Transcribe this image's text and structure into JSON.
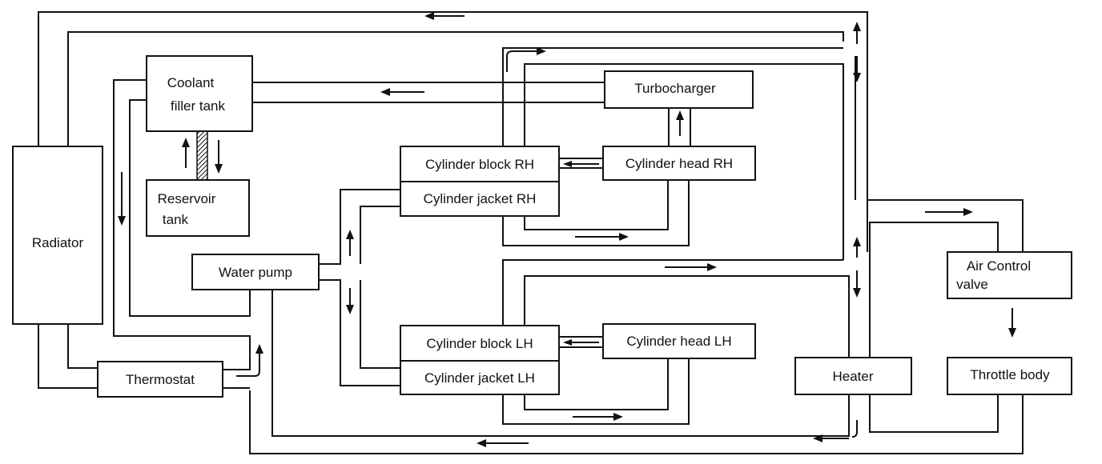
{
  "diagram": {
    "components": {
      "radiator": "Radiator",
      "coolant_filler_tank_line1": "Coolant",
      "coolant_filler_tank_line2": "filler tank",
      "reservoir_tank_line1": "Reservoir",
      "reservoir_tank_line2": "tank",
      "water_pump": "Water pump",
      "thermostat": "Thermostat",
      "turbocharger": "Turbocharger",
      "cylinder_block_rh": "Cylinder block RH",
      "cylinder_jacket_rh": "Cylinder jacket RH",
      "cylinder_head_rh": "Cylinder head RH",
      "cylinder_block_lh": "Cylinder block LH",
      "cylinder_jacket_lh": "Cylinder jacket LH",
      "cylinder_head_lh": "Cylinder head LH",
      "heater": "Heater",
      "air_control_valve_line1": "Air Control",
      "air_control_valve_line2": "valve",
      "throttle_body": "Throttle body"
    },
    "colors": {
      "line": "#111111",
      "background": "#ffffff"
    }
  }
}
